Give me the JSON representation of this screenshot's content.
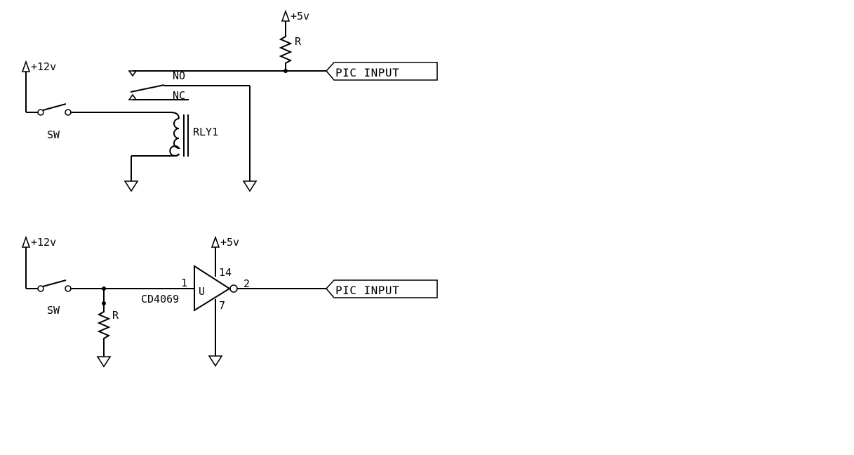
{
  "circuit_relay": {
    "supply_12v": "+12v",
    "supply_5v": "+5v",
    "switch_label": "SW",
    "resistor_label": "R",
    "relay_label": "RLY1",
    "contact_no_label": "NO",
    "contact_nc_label": "NC",
    "output_label": "PIC INPUT"
  },
  "circuit_inverter": {
    "supply_12v": "+12v",
    "supply_5v": "+5v",
    "switch_label": "SW",
    "resistor_label": "R",
    "chip_label": "CD4069",
    "gate_label": "U",
    "pin_in": "1",
    "pin_out": "2",
    "pin_vdd": "14",
    "pin_vss": "7",
    "output_label": "PIC INPUT"
  }
}
